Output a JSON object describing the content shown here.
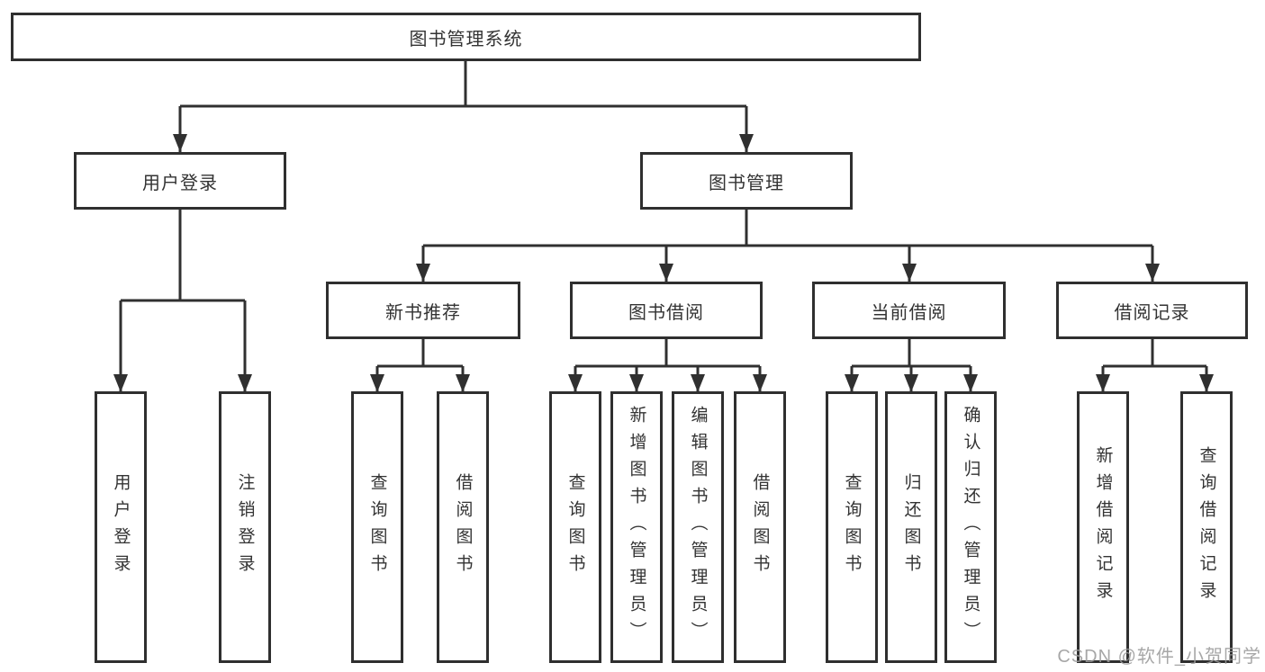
{
  "title": "图书管理系统",
  "branches": [
    {
      "label": "用户登录",
      "children": [
        "用户登录",
        "注销登录"
      ]
    },
    {
      "label": "图书管理",
      "sections": [
        {
          "label": "新书推荐",
          "children": [
            "查询图书",
            "借阅图书"
          ]
        },
        {
          "label": "图书借阅",
          "children": [
            "查询图书",
            "新增图书（管理员）",
            "编辑图书（管理员）",
            "借阅图书"
          ]
        },
        {
          "label": "当前借阅",
          "children": [
            "查询图书",
            "归还图书",
            "确认归还（管理员）"
          ]
        },
        {
          "label": "借阅记录",
          "children": [
            "新增借阅记录",
            "查询借阅记录"
          ]
        }
      ]
    }
  ],
  "watermark": "CSDN @软件_小贺同学",
  "colors": {
    "line": "#303030",
    "box_background": "#ffffff",
    "text": "#333333",
    "watermark": "#9b9b9b"
  }
}
